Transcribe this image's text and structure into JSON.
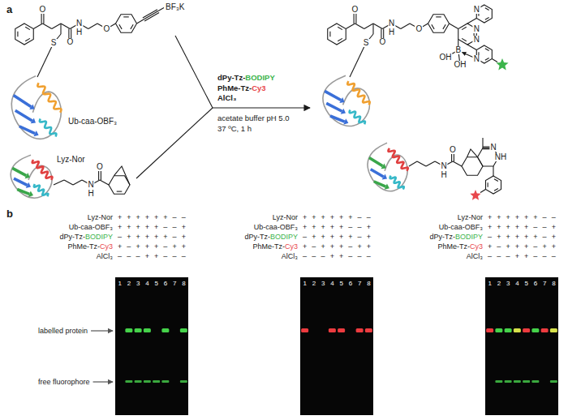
{
  "diagram": {
    "nodes": [
      {
        "text": [
          "1",
          "2",
          "3",
          "4",
          "5",
          "6",
          "7",
          "8"
        ]
      },
      {
        "text": [
          "1",
          "2",
          "3",
          "4",
          "5",
          "6",
          "7",
          "8"
        ]
      },
      {
        "text": [
          "1",
          "2",
          "3",
          "4",
          "5",
          "6",
          "7",
          "8"
        ]
      }
    ],
    "labels": [
      "a",
      "O",
      "S",
      "O",
      "N",
      "H",
      "O",
      "BF₃K",
      "Ub-caa-OBF₃",
      "Lyz-Nor",
      "O",
      "N",
      "H",
      "dPy-Tz-",
      "BODIPY",
      "PhMe-Tz-",
      "Cy3",
      "AlCl₃",
      "acetate buffer pH 5.0",
      "37 ºC, 1 h",
      "O",
      "S",
      "O",
      "N",
      "H",
      "O",
      "N",
      "N",
      "N",
      "N",
      "B",
      "OH",
      "OH",
      "O",
      "N",
      "H",
      "N",
      "NH",
      "b",
      "Lyz-Nor",
      "+",
      "+",
      "+",
      "+",
      "+",
      "+",
      "–",
      "–",
      "Ub-caa-OBF₃",
      "+",
      "+",
      "+",
      "+",
      "+",
      "–",
      "–",
      "+",
      "dPy-Tz-",
      "BODIPY",
      "–",
      "+",
      "+",
      "+",
      "+",
      "+",
      "–",
      "+",
      "PhMe-Tz-",
      "Cy3",
      "+",
      "–",
      "+",
      "+",
      "+",
      "–",
      "+",
      "+",
      "AlCl₃",
      "–",
      "–",
      "–",
      "+",
      "+",
      "–",
      "–",
      "–",
      "Lyz-Nor",
      "+",
      "+",
      "+",
      "+",
      "+",
      "+",
      "–",
      "–",
      "Ub-caa-OBF₃",
      "+",
      "+",
      "+",
      "+",
      "+",
      "–",
      "–",
      "+",
      "dPy-Tz-",
      "BODIPY",
      "–",
      "+",
      "+",
      "+",
      "+",
      "+",
      "–",
      "+",
      "PhMe-Tz-",
      "Cy3",
      "+",
      "–",
      "+",
      "+",
      "+",
      "–",
      "+",
      "+",
      "AlCl₃",
      "–",
      "–",
      "–",
      "+",
      "+",
      "–",
      "–",
      "–",
      "Lyz-Nor",
      "+",
      "+",
      "+",
      "+",
      "+",
      "+",
      "–",
      "–",
      "Ub-caa-OBF₃",
      "+",
      "+",
      "+",
      "+",
      "+",
      "–",
      "–",
      "+",
      "dPy-Tz-",
      "BODIPY",
      "–",
      "+",
      "+",
      "+",
      "+",
      "+",
      "–",
      "+",
      "PhMe-Tz-",
      "Cy3",
      "+",
      "–",
      "+",
      "+",
      "+",
      "–",
      "+",
      "+",
      "AlCl₃",
      "–",
      "–",
      "–",
      "+",
      "+",
      "–",
      "–",
      "–",
      "labelled protein",
      "free fluorophore"
    ]
  }
}
